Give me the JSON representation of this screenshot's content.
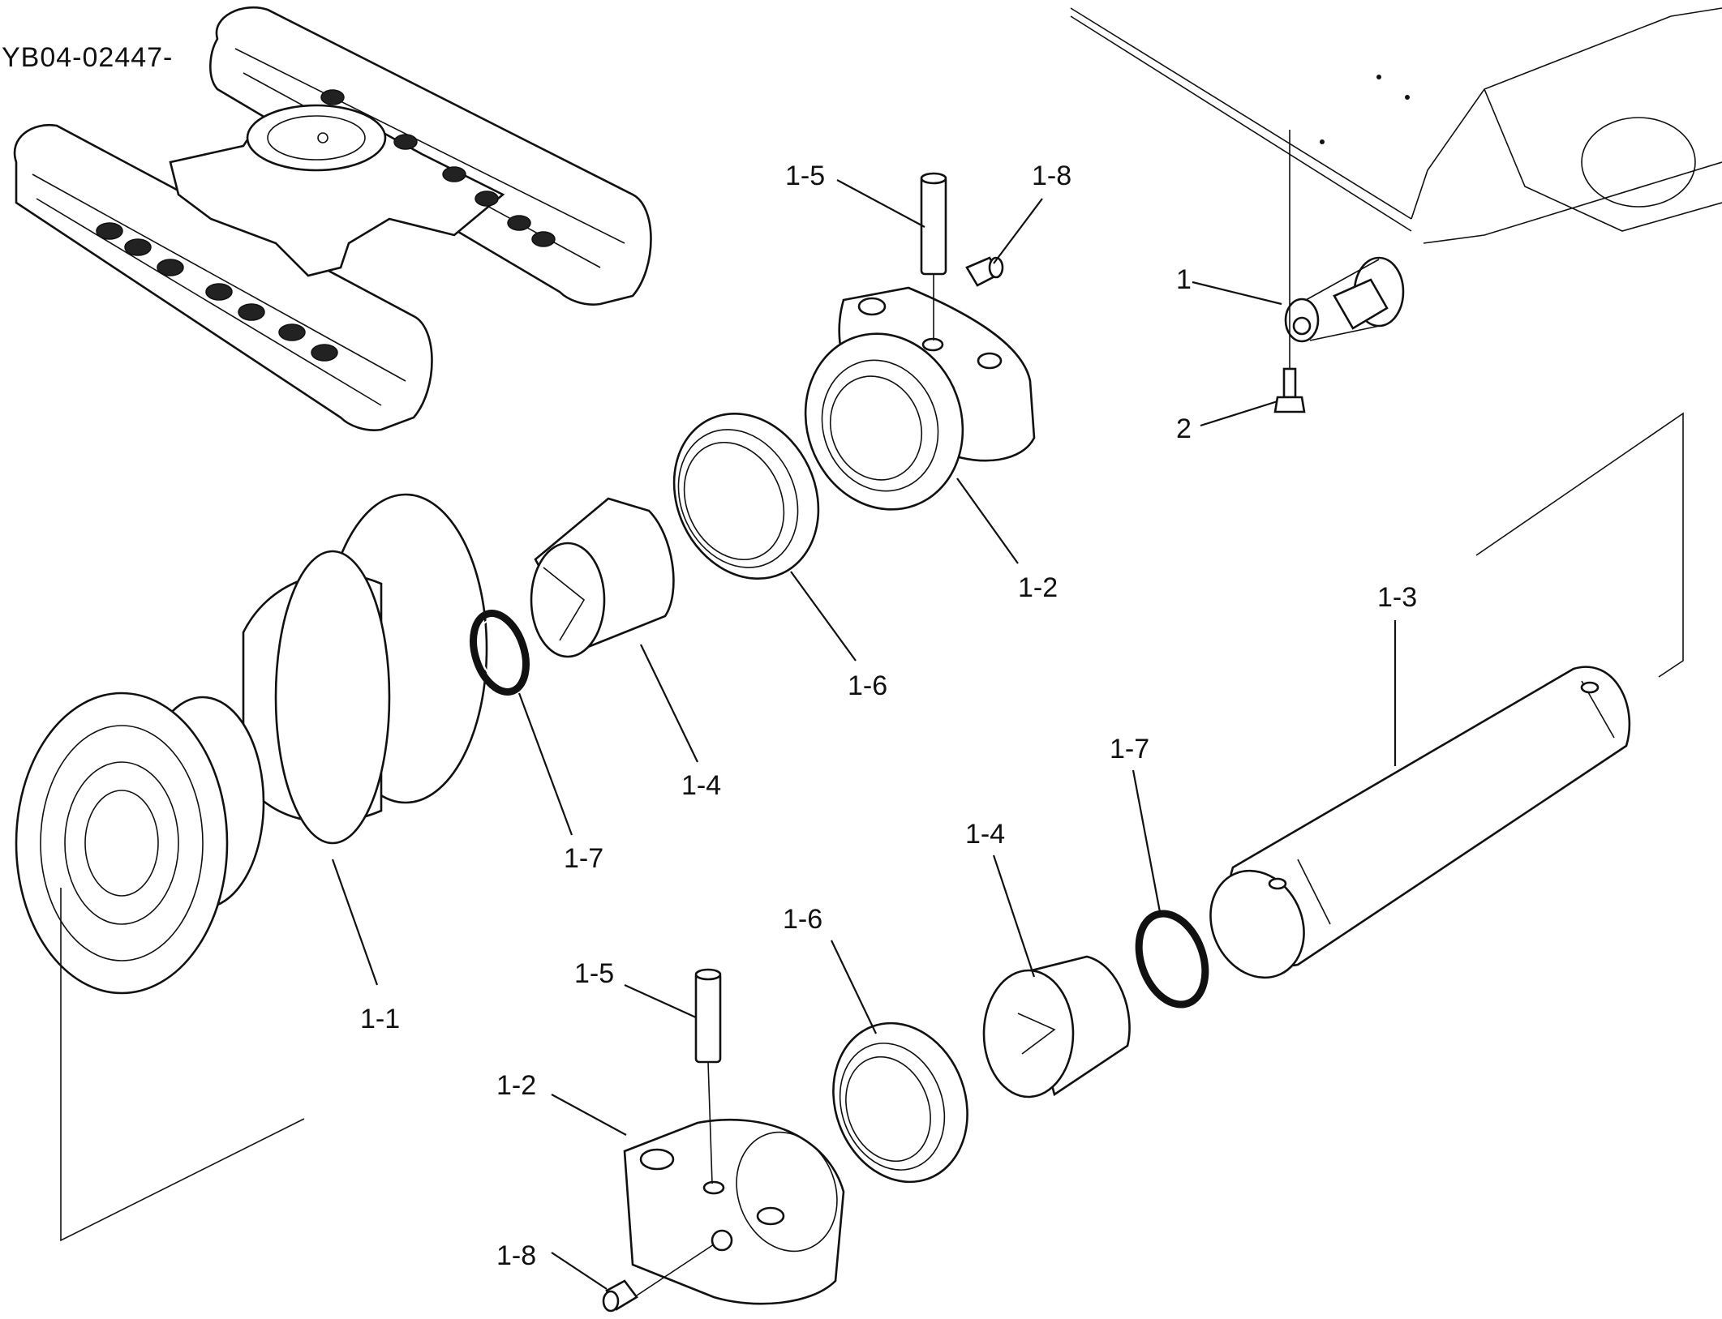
{
  "drawing_code": "YB04-02447-",
  "labels": {
    "p1": "1",
    "p2": "2",
    "p1_1": "1-1",
    "p1_2_top": "1-2",
    "p1_2_bottom": "1-2",
    "p1_3": "1-3",
    "p1_4_top": "1-4",
    "p1_4_bottom": "1-4",
    "p1_5_top": "1-5",
    "p1_5_bottom": "1-5",
    "p1_6_top": "1-6",
    "p1_6_bottom": "1-6",
    "p1_7_top": "1-7",
    "p1_7_bottom": "1-7",
    "p1_8_top": "1-8",
    "p1_8_bottom": "1-8"
  }
}
